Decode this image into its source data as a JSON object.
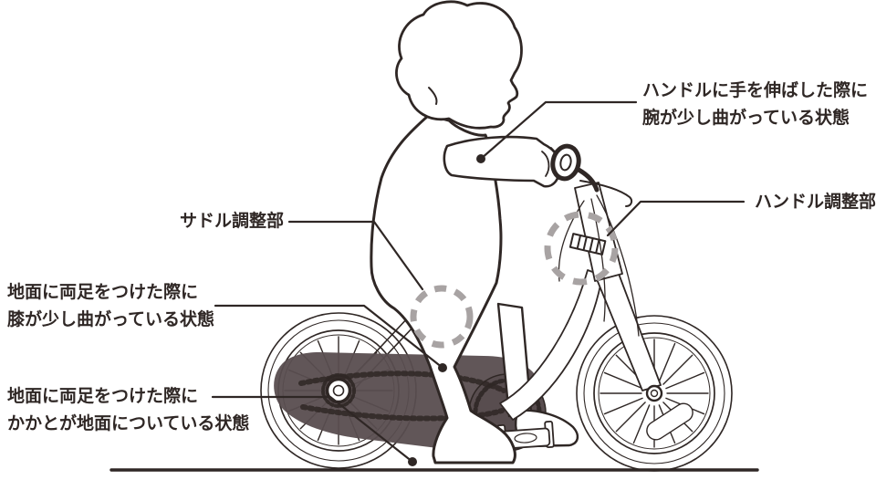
{
  "diagram": {
    "colors": {
      "outline": "#2f2725",
      "highlight_circle": "#a8a3a3",
      "chain_case": "#584d4f",
      "background": "#ffffff"
    },
    "callouts": {
      "arm_posture": {
        "line1": "ハンドルに手を伸ばした際に",
        "line2": "腕が少し曲がっている状態"
      },
      "handle_adjuster": {
        "text": "ハンドル調整部"
      },
      "saddle_adjuster": {
        "text": "サドル調整部"
      },
      "knee_posture": {
        "line1": "地面に両足をつけた際に",
        "line2": "膝が少し曲がっている状態"
      },
      "heel_posture": {
        "line1": "地面に両足をつけた際に",
        "line2": "かかとが地面についている状態"
      }
    }
  }
}
